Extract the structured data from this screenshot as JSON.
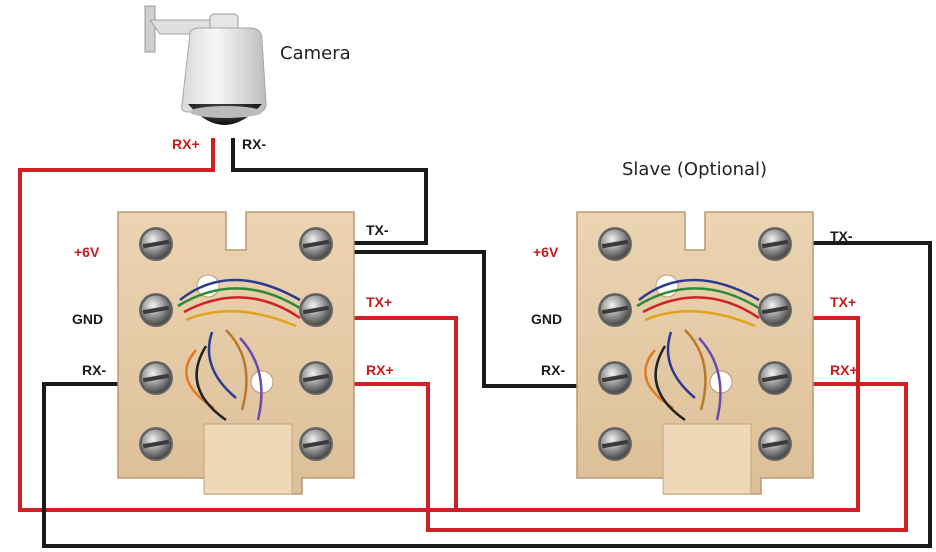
{
  "camera": {
    "title": "Camera",
    "label_rx_plus": "RX+",
    "label_rx_minus": "RX-"
  },
  "slave": {
    "title": "Slave (Optional)"
  },
  "block1": {
    "plus6v": "+6V",
    "gnd": "GND",
    "rx_minus": "RX-",
    "tx_minus": "TX-",
    "tx_plus": "TX+",
    "rx_plus": "RX+"
  },
  "block2": {
    "plus6v": "+6V",
    "gnd": "GND",
    "rx_minus": "RX-",
    "tx_minus": "TX-",
    "tx_plus": "TX+",
    "rx_plus": "RX+"
  },
  "colors": {
    "red_wire": "#d21f26",
    "black_wire": "#1a1a1a",
    "red_label": "#c8191e",
    "plate": "#e3c7a3"
  }
}
